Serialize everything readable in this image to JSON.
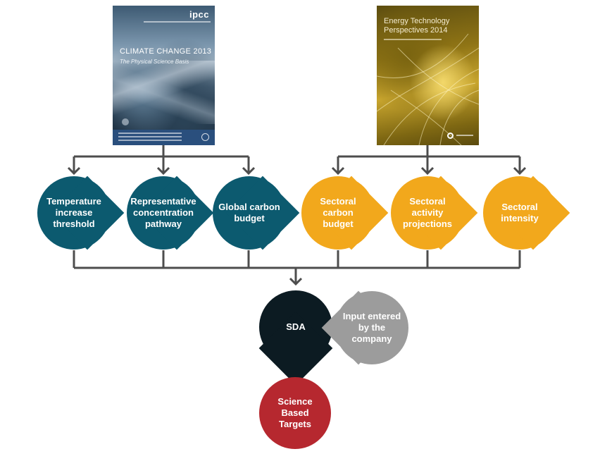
{
  "covers": {
    "ipcc": {
      "logo": "ipcc",
      "title": "CLIMATE CHANGE 2013",
      "subtitle": "The Physical Science Basis"
    },
    "etp": {
      "title_line1": "Energy Technology",
      "title_line2": "Perspectives 2014"
    }
  },
  "nodes": {
    "temperature": [
      "Temperature",
      "increase",
      "threshold"
    ],
    "rcp": [
      "Representative",
      "concentration",
      "pathway"
    ],
    "global_budget": [
      "Global carbon",
      "budget"
    ],
    "sectoral_budget": [
      "Sectoral",
      "carbon budget"
    ],
    "activity": [
      "Sectoral",
      "activity",
      "projections"
    ],
    "intensity": [
      "Sectoral",
      "intensity"
    ],
    "sda": [
      "SDA"
    ],
    "input": [
      "Input entered",
      "by the",
      "company"
    ],
    "sbt": [
      "Science",
      "Based",
      "Targets"
    ]
  },
  "colors": {
    "teal": "#0c5a6f",
    "amber": "#f2a81c",
    "sda": "#0c1b22",
    "gray": "#9c9c9c",
    "red": "#b6282f",
    "connector": "#4d4d4d"
  }
}
